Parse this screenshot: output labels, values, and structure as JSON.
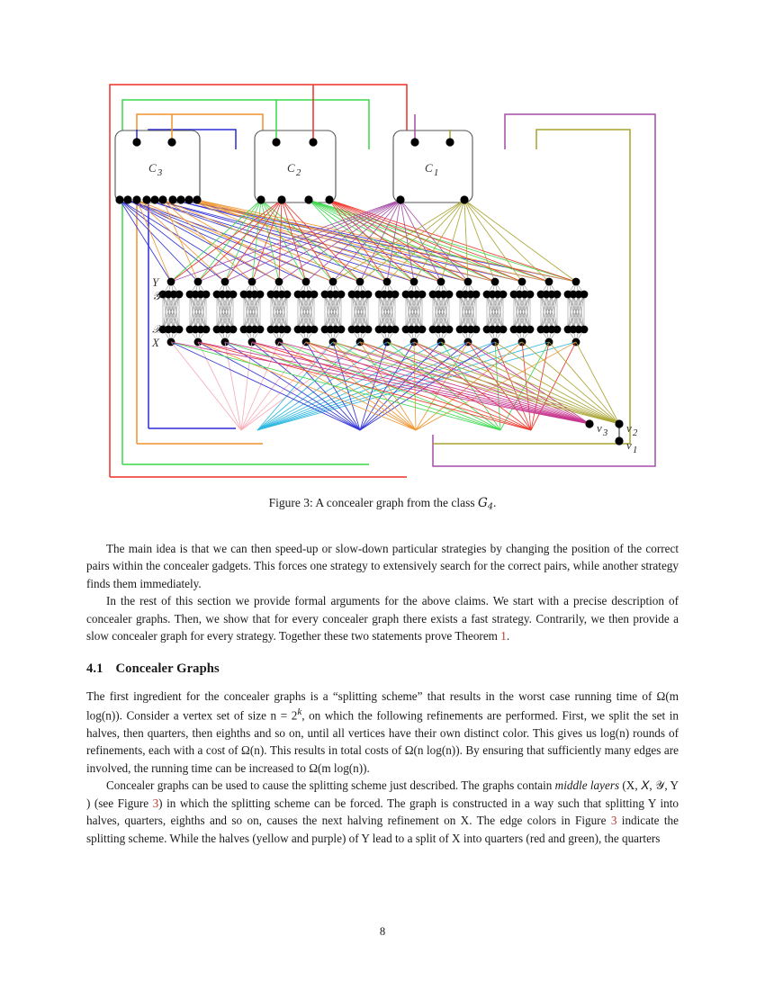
{
  "document": {
    "page_number": "8"
  },
  "figure": {
    "caption_prefix": "Figure 3:",
    "caption_text": "A concealer graph from the class",
    "caption_symbol": "G",
    "caption_symbol_sub": "4",
    "caption_end": ".",
    "layer_labels": [
      "Y",
      "у",
      "х",
      "X"
    ],
    "layer_labels_display": [
      "Y",
      "Y",
      "X",
      "X"
    ],
    "gadget_boxes": [
      {
        "id": "C3",
        "label": "C",
        "sub": "3",
        "top_nodes": 2,
        "bottom_nodes": 8
      },
      {
        "id": "C2",
        "label": "C",
        "sub": "2",
        "top_nodes": 2,
        "bottom_nodes": 4
      },
      {
        "id": "C1",
        "label": "C",
        "sub": "1",
        "top_nodes": 2,
        "bottom_nodes": 2
      }
    ],
    "extra_vertices": [
      {
        "label": "v",
        "sub": "3"
      },
      {
        "label": "v",
        "sub": "2"
      },
      {
        "label": "v",
        "sub": "1"
      }
    ],
    "middle_layer_columns": 16,
    "nodes_per_inner_row": 4,
    "colors": {
      "red": "#ee3124",
      "green": "#39d94a",
      "orange": "#f0922b",
      "blue": "#2b2bd6",
      "purple": "#a64ca6",
      "olive": "#a8a32e",
      "magenta": "#c62d8a",
      "cyan": "#22b5e0",
      "pink": "#f7a8b8",
      "node": "#000000",
      "box_stroke": "#555555",
      "gadget_edge": "#8a8a8a"
    },
    "outer_rectangles": [
      {
        "name": "red-rect",
        "color": "#ee3124"
      },
      {
        "name": "green-rect",
        "color": "#39d94a"
      },
      {
        "name": "orange-rect",
        "color": "#f0922b"
      },
      {
        "name": "blue-rect",
        "color": "#2b2bd6"
      },
      {
        "name": "purple-rect",
        "color": "#a64ca6"
      },
      {
        "name": "olive-rect",
        "color": "#a8a32e"
      }
    ]
  },
  "body": {
    "para1": "The main idea is that we can then speed-up or slow-down particular strategies by changing the position of the correct pairs within the concealer gadgets. This forces one strategy to extensively search for the correct pairs, while another strategy finds them immediately.",
    "para2_a": "In the rest of this section we provide formal arguments for the above claims. We start with a precise description of concealer graphs. Then, we show that for every concealer graph there exists a fast strategy. Contrarily, we then provide a slow concealer graph for every strategy. Together these two statements prove Theorem ",
    "para2_ref": "1",
    "para2_b": ".",
    "section_number": "4.1",
    "section_title": "Concealer Graphs",
    "para3_a": "The first ingredient for the concealer graphs is a “splitting scheme” that results in the worst case running time of Ω(m log(n)). Consider a vertex set of size n = 2",
    "para3_exp": "k",
    "para3_b": ", on which the following refinements are performed. First, we split the set in halves, then quarters, then eighths and so on, until all vertices have their own distinct color. This gives us log(n) rounds of refinements, each with a cost of Ω(n). This results in total costs of Ω(n log(n)). By ensuring that sufficiently many edges are involved, the running time can be increased to Ω(m log(n)).",
    "para4_a": "Concealer graphs can be used to cause the splitting scheme just described. The graphs contain ",
    "para4_italic": "middle layers",
    "para4_b": " (X, 𝑋, 𝒴, Y ) (see Figure ",
    "para4_ref1": "3",
    "para4_c": ") in which the splitting scheme can be forced. The graph is constructed in a way such that splitting Y into halves, quarters, eighths and so on, causes the next halving refinement on X. The edge colors in Figure ",
    "para4_ref2": "3",
    "para4_d": " indicate the splitting scheme. While the halves (yellow and purple) of Y lead to a split of X into quarters (red and green), the quarters"
  }
}
